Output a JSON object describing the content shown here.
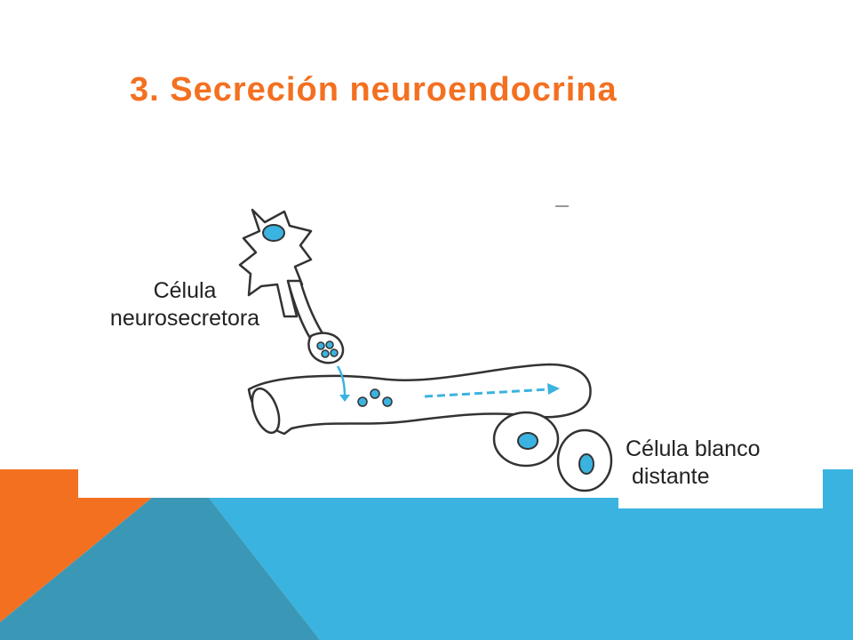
{
  "slide": {
    "title": "3. Secreción neuroendocrina"
  },
  "labels": {
    "neurosecretory_line1": "Célula",
    "neurosecretory_line2": "neurosecretora",
    "target_line1": "Célula blanco",
    "target_line2": " distante"
  },
  "colors": {
    "title": "#f37021",
    "orange_band": "#f37021",
    "blue_band": "#3ab3e0",
    "teal_band": "#3a98b6",
    "cell_fill": "#3ab3e0",
    "outline": "#333333"
  }
}
